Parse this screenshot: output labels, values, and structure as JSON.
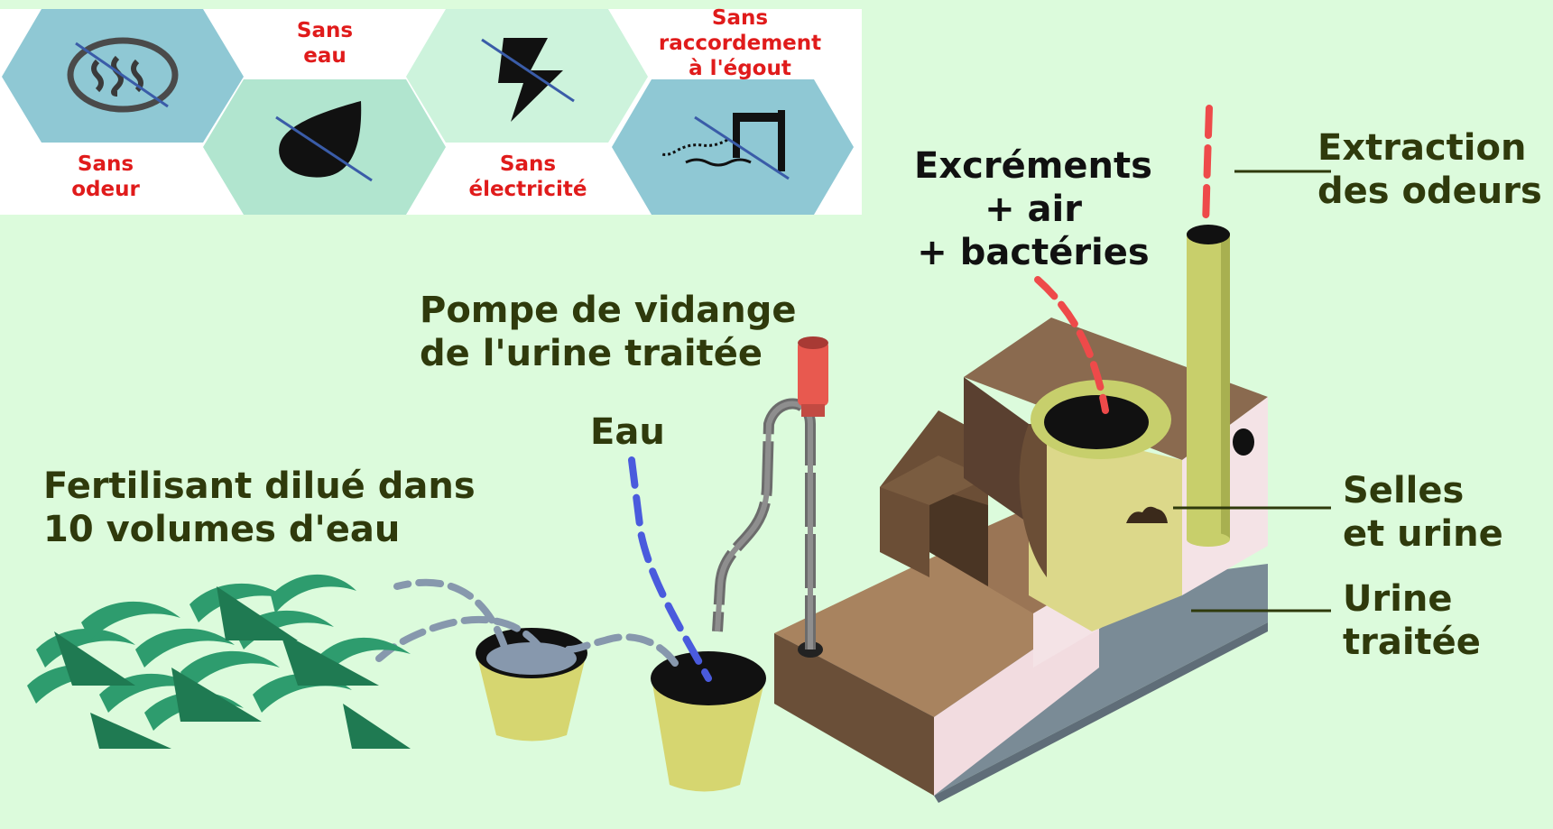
{
  "colors": {
    "background": "#dcfbdc",
    "label_text": "#2f3a0c",
    "hex_label_text": "#e01b1b",
    "hex_blue": "#8fc8d4",
    "hex_green": "#b1e5cf",
    "hex_mint": "#cdf3dc",
    "toilet_brown": "#8a6a4f",
    "vent_pipe": "#c8cf6b",
    "odour_line": "#ee4a4a",
    "water_line": "#4a5bdd",
    "fertiliser_line": "#8798ad",
    "plant_green": "#2e9c6e"
  },
  "features": [
    {
      "name": "odour",
      "label": "Sans\nodeur",
      "icon": "no-odour-icon"
    },
    {
      "name": "water",
      "label": "Sans\neau",
      "icon": "no-water-drop-icon"
    },
    {
      "name": "electricity",
      "label": "Sans\nélectricité",
      "icon": "no-electricity-bolt-icon"
    },
    {
      "name": "sewer",
      "label": "Sans\nraccordement\nà l'égout",
      "icon": "no-sewer-connection-icon"
    }
  ],
  "labels": {
    "excrements": "Excréments\n+ air\n+ bactéries",
    "extraction": "Extraction\ndes odeurs",
    "pump": "Pompe de vidange\nde l'urine traitée",
    "water": "Eau",
    "fertiliser": "Fertilisant dilué dans\n10 volumes d'eau",
    "faeces_urine": "Selles\net urine",
    "treated_urine": "Urine\ntraitée"
  }
}
